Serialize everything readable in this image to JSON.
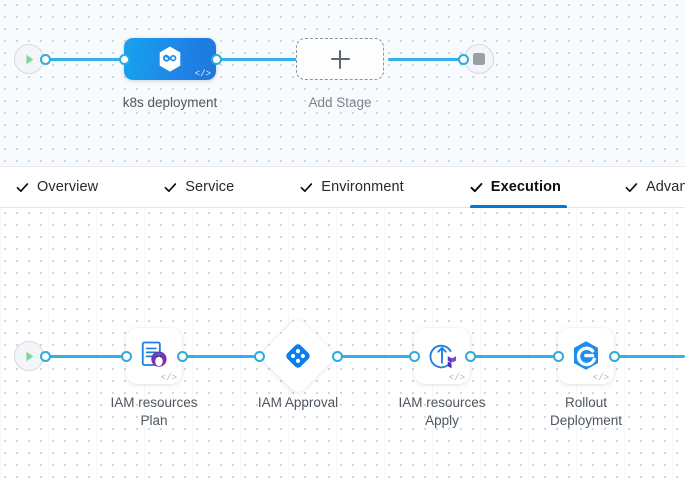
{
  "colors": {
    "edge": "#33b0e8",
    "port_ring": "#2eaadc",
    "tab_active_underline": "#0078d4",
    "stage_gradient_from": "#17a3ef",
    "stage_gradient_to": "#1f76dd",
    "start_play": "#7ed99a",
    "stop_square": "#9aa0a8",
    "terraform_purple": "#7b42bc",
    "approval_blue": "#0c7ee8",
    "rollout_blue": "#1f8ded",
    "label_text": "#50565e",
    "canvas_top_bg": "#f7fbfd",
    "canvas_bottom_bg": "#ffffff"
  },
  "stages_canvas": {
    "start_node": {
      "name": "start",
      "icon": "play-icon"
    },
    "end_node": {
      "name": "end",
      "icon": "stop-icon"
    },
    "stage": {
      "label": "k8s deployment",
      "icon": "harness-hexagon-icon",
      "code_badge": "</>"
    },
    "add_stage": {
      "label": "Add Stage",
      "icon": "plus-icon"
    }
  },
  "tabs": [
    {
      "label": "Overview",
      "icon": "check-icon",
      "active": false
    },
    {
      "label": "Service",
      "icon": "check-icon",
      "active": false
    },
    {
      "label": "Environment",
      "icon": "check-icon",
      "active": false
    },
    {
      "label": "Execution",
      "icon": "check-icon",
      "active": true
    },
    {
      "label": "Advanced",
      "icon": "check-icon",
      "active": false
    }
  ],
  "execution_canvas": {
    "start_node": {
      "name": "start",
      "icon": "play-icon"
    },
    "steps": [
      {
        "label": "IAM resources\nPlan",
        "icon": "terraform-plan-icon",
        "shape": "rounded-square",
        "code_badge": "</>"
      },
      {
        "label": "IAM Approval",
        "icon": "approval-diamond-icon",
        "shape": "diamond",
        "code_badge": ""
      },
      {
        "label": "IAM resources\nApply",
        "icon": "terraform-apply-icon",
        "shape": "rounded-square",
        "code_badge": "</>"
      },
      {
        "label": "Rollout\nDeployment",
        "icon": "rollout-deployment-icon",
        "shape": "rounded-square",
        "code_badge": "</>"
      }
    ]
  }
}
